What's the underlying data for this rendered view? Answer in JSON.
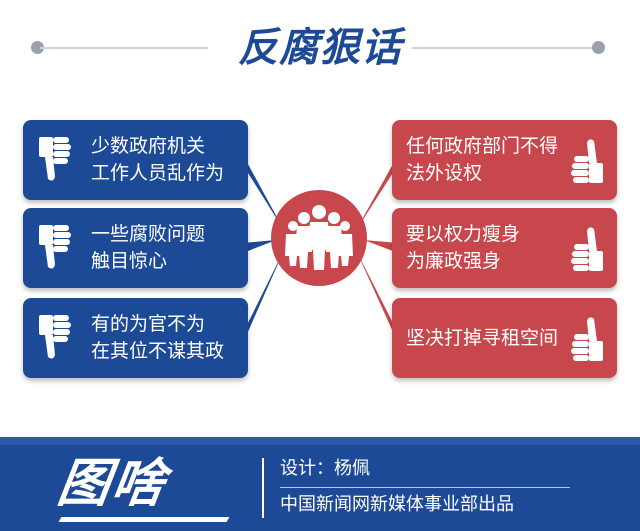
{
  "header": {
    "title": "反腐狠话"
  },
  "left_items": [
    {
      "lines": [
        "少数政府机关",
        "工作人员乱作为"
      ],
      "icon": "thumbs-down-icon"
    },
    {
      "lines": [
        "一些腐败问题",
        "触目惊心"
      ],
      "icon": "thumbs-down-icon"
    },
    {
      "lines": [
        "有的为官不为",
        "在其位不谋其政"
      ],
      "icon": "thumbs-down-icon"
    }
  ],
  "right_items": [
    {
      "lines": [
        "任何政府部门不得",
        "法外设权"
      ],
      "icon": "thumbs-up-icon"
    },
    {
      "lines": [
        "要以权力瘦身",
        "为廉政强身"
      ],
      "icon": "thumbs-up-icon"
    },
    {
      "lines": [
        "坚决打掉寻租空间"
      ],
      "icon": "thumbs-up-icon"
    }
  ],
  "hub": {
    "icon": "people-group-icon"
  },
  "footer": {
    "logo": "图啥",
    "design_credit": "设计：杨佩",
    "source": "中国新闻网新媒体事业部出品"
  },
  "colors": {
    "blue": "#1d4a96",
    "red": "#c8474c",
    "white": "#ffffff"
  }
}
